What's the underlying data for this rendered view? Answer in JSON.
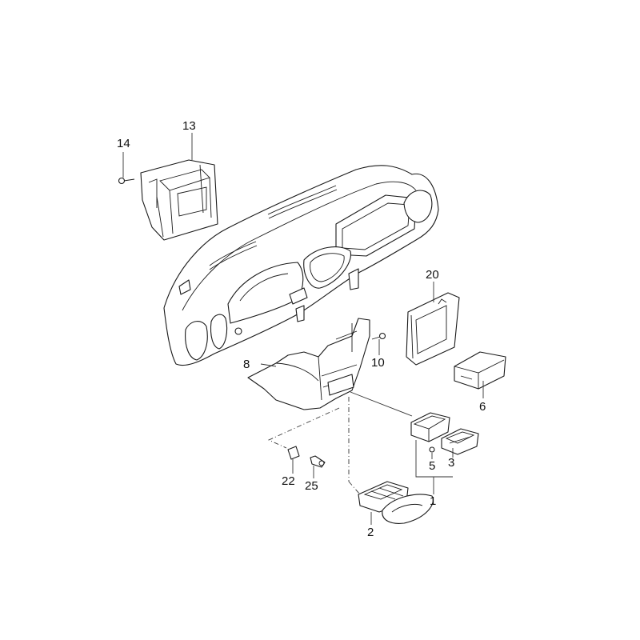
{
  "diagram": {
    "callouts": {
      "c13": "13",
      "c14": "14",
      "c20": "20",
      "c8": "8",
      "c10": "10",
      "c6": "6",
      "c5": "5",
      "c3": "3",
      "c1": "1",
      "c22": "22",
      "c25": "25",
      "c2": "2"
    }
  }
}
